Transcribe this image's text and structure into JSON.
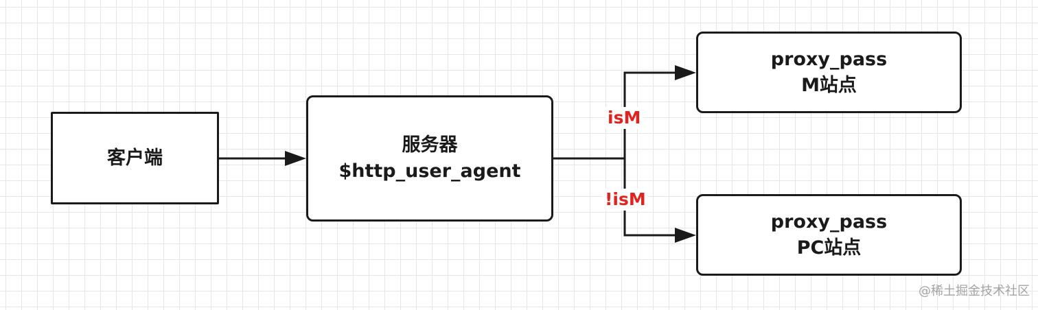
{
  "diagram": {
    "nodes": {
      "client": {
        "lines": [
          "客户端"
        ]
      },
      "server": {
        "lines": [
          "服务器",
          "$http_user_agent"
        ]
      },
      "mobile_site": {
        "lines": [
          "proxy_pass",
          "M站点"
        ]
      },
      "pc_site": {
        "lines": [
          "proxy_pass",
          "PC站点"
        ]
      }
    },
    "edges": [
      {
        "from": "client",
        "to": "server",
        "label": ""
      },
      {
        "from": "server",
        "to": "mobile_site",
        "label": "isM"
      },
      {
        "from": "server",
        "to": "pc_site",
        "label": "!isM"
      }
    ],
    "colors": {
      "node_border": "#1a1a1a",
      "edge_line": "#1a1a1a",
      "edge_label": "#e0231e",
      "grid": "#e6e6e6",
      "background": "#ffffff",
      "watermark": "#a3a3a3"
    }
  },
  "watermark": "@稀土掘金技术社区"
}
